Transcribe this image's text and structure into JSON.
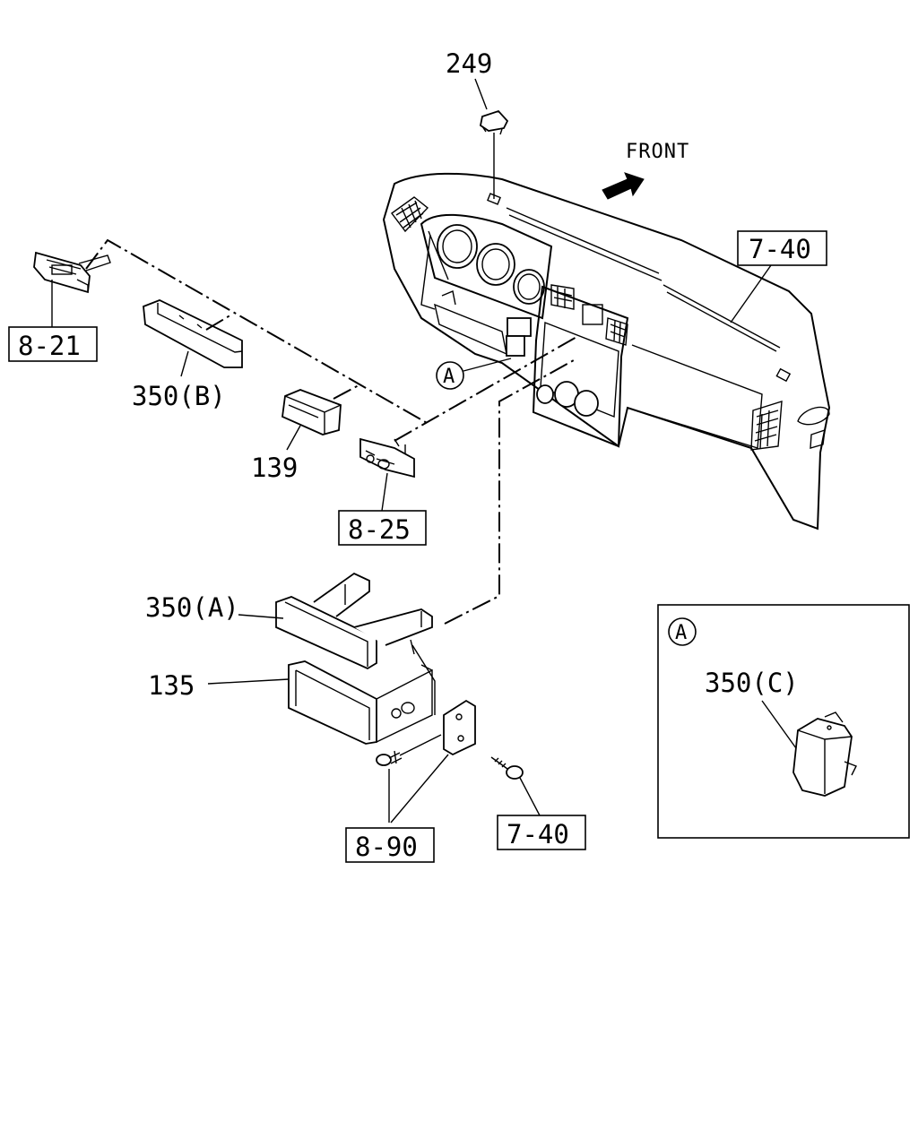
{
  "diagram": {
    "direction_label": "FRONT",
    "callouts": {
      "p249": "249",
      "p7_40_dash": "7-40",
      "p8_21": "8-21",
      "p350b": "350(B)",
      "p139": "139",
      "p8_25": "8-25",
      "p350a": "350(A)",
      "p135": "135",
      "p8_90": "8-90",
      "p7_40_screw": "7-40",
      "ref_a": "A"
    },
    "detail_inset": {
      "ref": "A",
      "part": "350(C)"
    }
  }
}
